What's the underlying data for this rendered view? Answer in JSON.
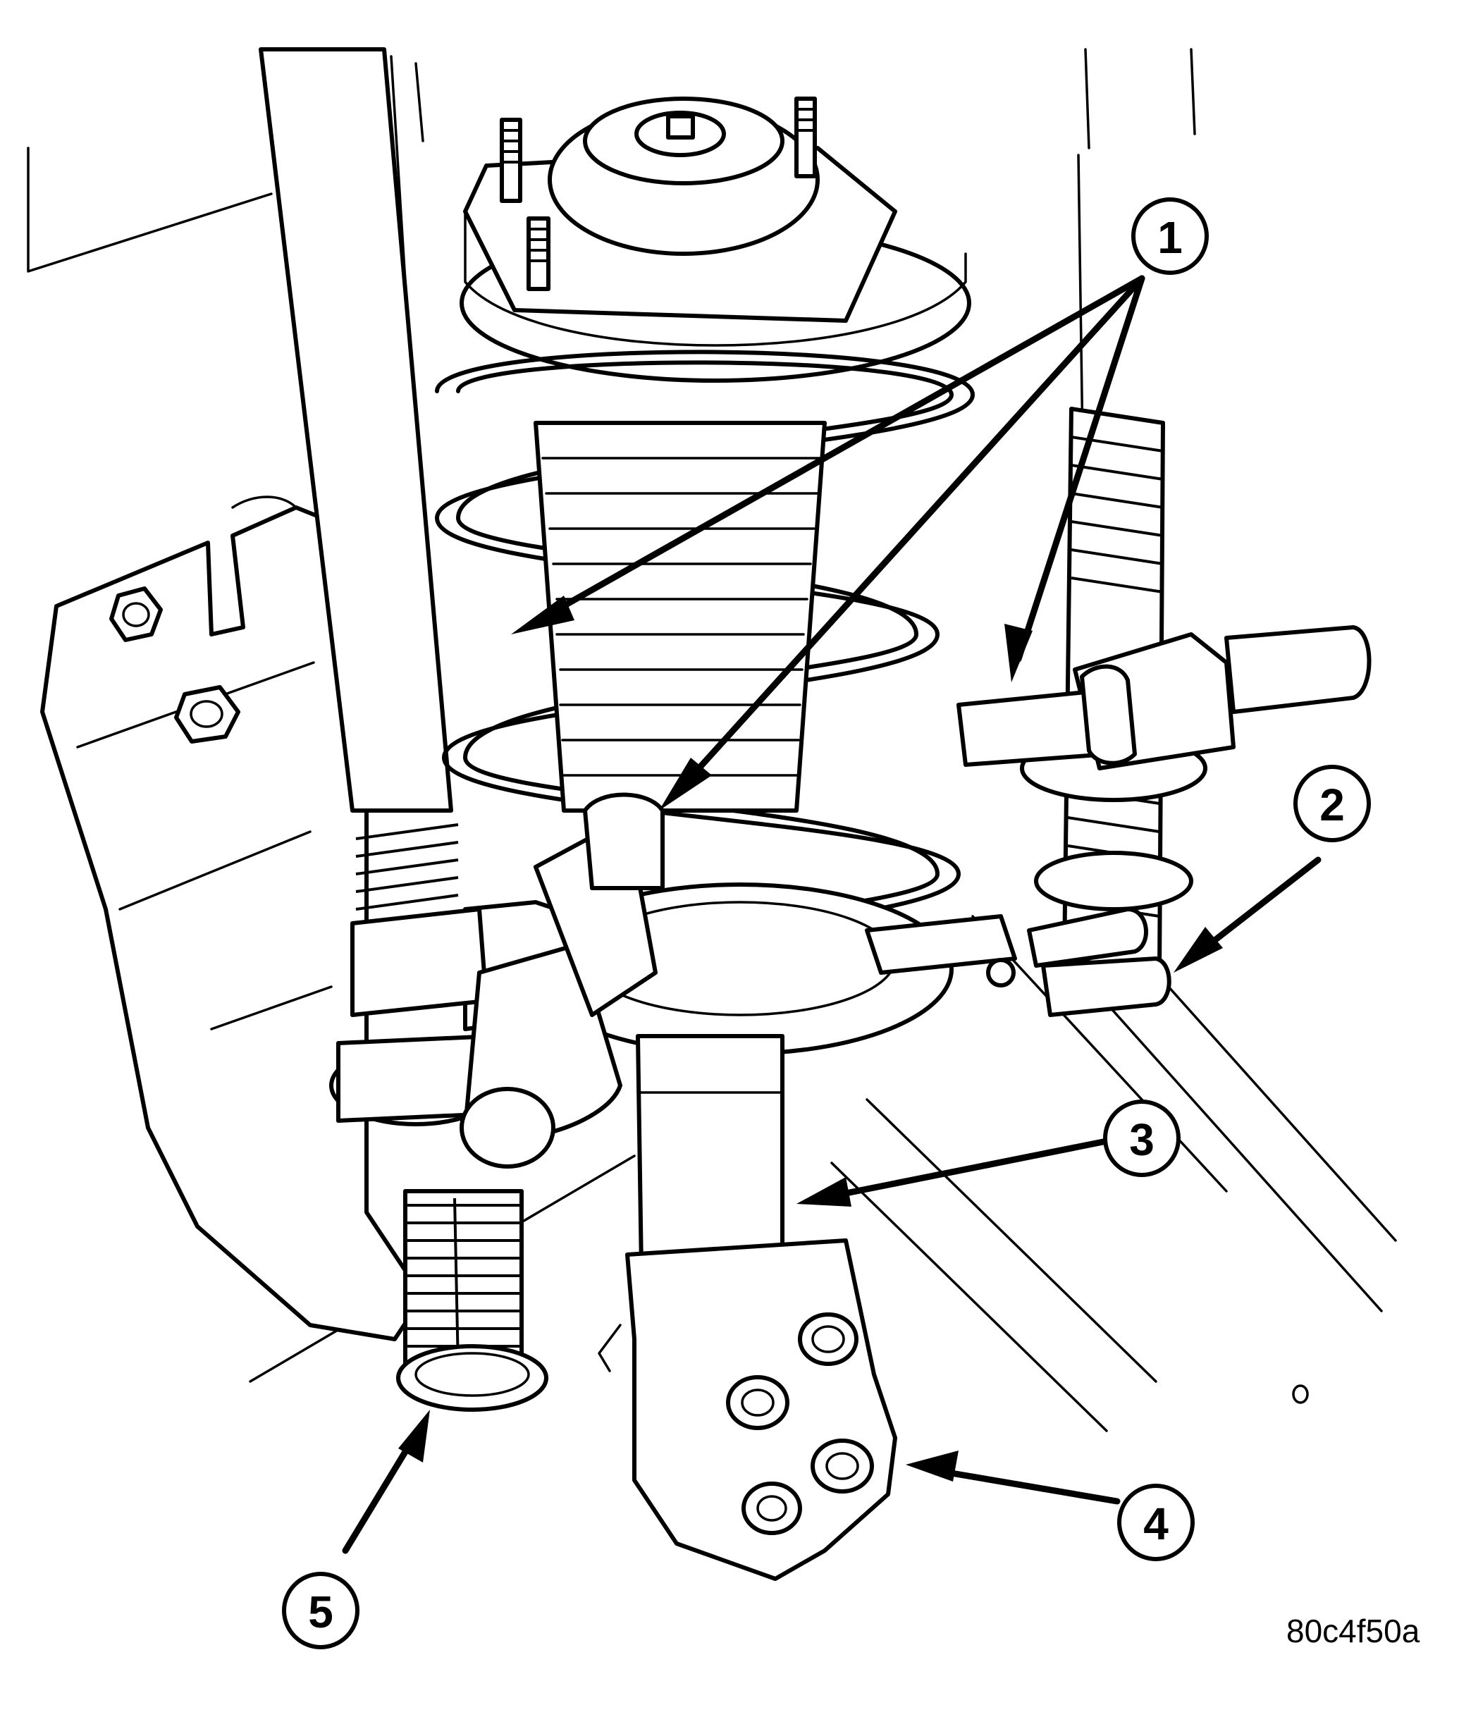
{
  "figure": {
    "id": "80c4f50a",
    "callouts": [
      {
        "label": "1"
      },
      {
        "label": "2"
      },
      {
        "label": "3"
      },
      {
        "label": "4"
      },
      {
        "label": "5"
      }
    ]
  }
}
